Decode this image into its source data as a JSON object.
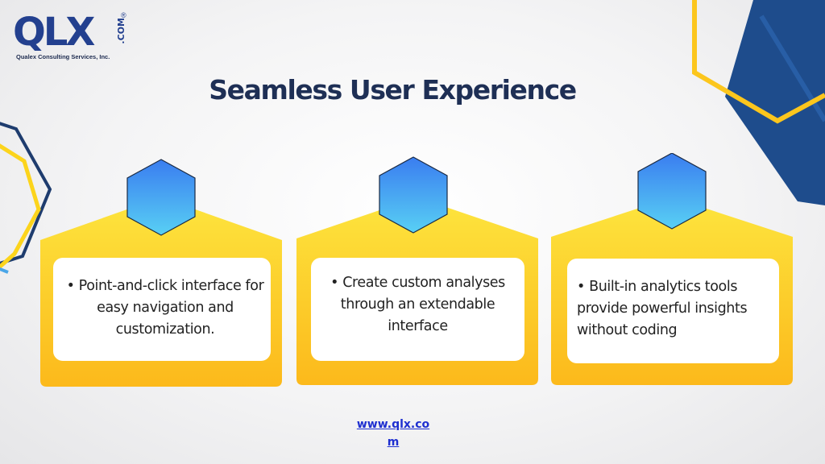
{
  "logo": {
    "wordmark": "QLX",
    "domain_suffix": ".COM",
    "registered_mark": "®",
    "company": "Qualex Consulting Services, Inc."
  },
  "title": "Seamless User Experience",
  "cards": [
    {
      "text": "• Point-and-click interface for easy navigation and customization.",
      "icon": "hexagon-icon"
    },
    {
      "text": "• Create custom analyses through an extendable interface",
      "icon": "hexagon-icon"
    },
    {
      "text": "• Built-in analytics tools provide powerful insights without coding",
      "icon": "hexagon-icon"
    }
  ],
  "footer": {
    "link": "www.qlx.com"
  },
  "colors": {
    "navy": "#1e2f55",
    "accent_blue": "#23408f",
    "yellow_top": "#fde23c",
    "yellow_bottom": "#fcba1c",
    "hex_top": "#3b82f0",
    "hex_bottom": "#56ccf4"
  }
}
